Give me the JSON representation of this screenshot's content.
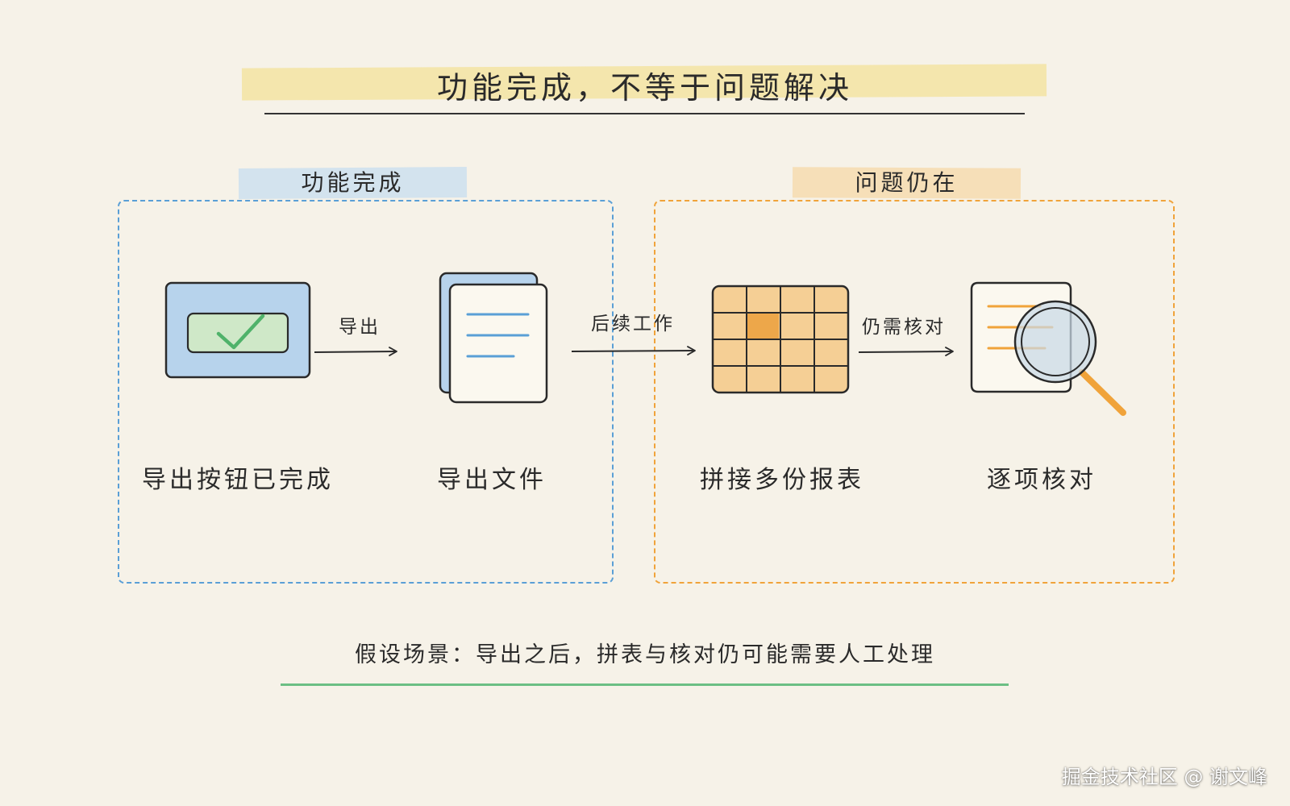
{
  "title": "功能完成，不等于问题解决",
  "sections": {
    "left": "功能完成",
    "right": "问题仍在"
  },
  "steps": [
    {
      "label": "导出按钮已完成",
      "icon": "checkmark-button-icon"
    },
    {
      "label": "导出文件",
      "icon": "document-stack-icon"
    },
    {
      "label": "拼接多份报表",
      "icon": "spreadsheet-grid-icon"
    },
    {
      "label": "逐项核对",
      "icon": "magnifier-document-icon"
    }
  ],
  "arrows": [
    "导出",
    "后续工作",
    "仍需核对"
  ],
  "caption": "假设场景：导出之后，拼表与核对仍可能需要人工处理",
  "watermark": "掘金技术社区 @ 谢文峰",
  "colors": {
    "background": "#f6f2e8",
    "blue": "#5a9fd6",
    "orange": "#f0a33a",
    "green": "#6cbf84",
    "title_highlight": "#f4e4a6"
  }
}
